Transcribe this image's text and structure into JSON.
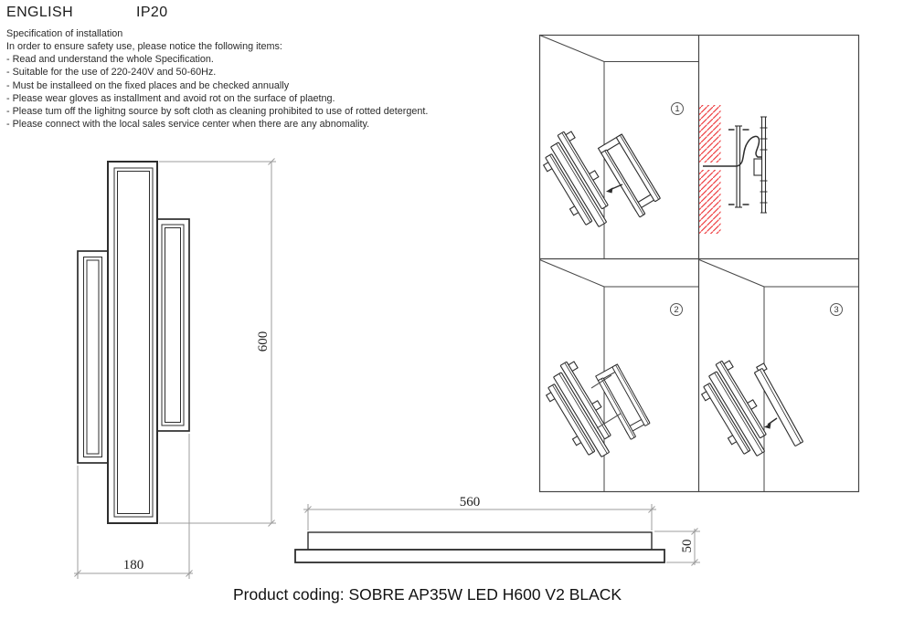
{
  "header": {
    "language": "ENGLISH",
    "ip_rating": "IP20"
  },
  "spec": {
    "title": "Specification of installation",
    "intro": "In order to ensure safety use, please notice the following items:",
    "items": [
      "- Read and understand the whole Specification.",
      "- Suitable for the use of 220-240V and 50-60Hz.",
      "- Must be installeed on the fixed places and be checked annually",
      "- Please wear gloves as installment and avoid rot on the surface of plaetng.",
      "- Please tum off the lighitng source by soft cloth as cleaning prohibited to use of rotted detergent.",
      "- Please connect with the local sales service center when there are any abnomality."
    ]
  },
  "dimensions": {
    "height": "600",
    "width": "180",
    "body_length": "560",
    "depth": "50"
  },
  "steps": [
    "1",
    "2",
    "3"
  ],
  "footer": {
    "product_coding": "Product coding: SOBRE AP35W LED H600 V2 BLACK"
  },
  "colors": {
    "line": "#2d2d2d",
    "dim_line": "#9c9c9c",
    "hatch_red": "#ee4043"
  }
}
